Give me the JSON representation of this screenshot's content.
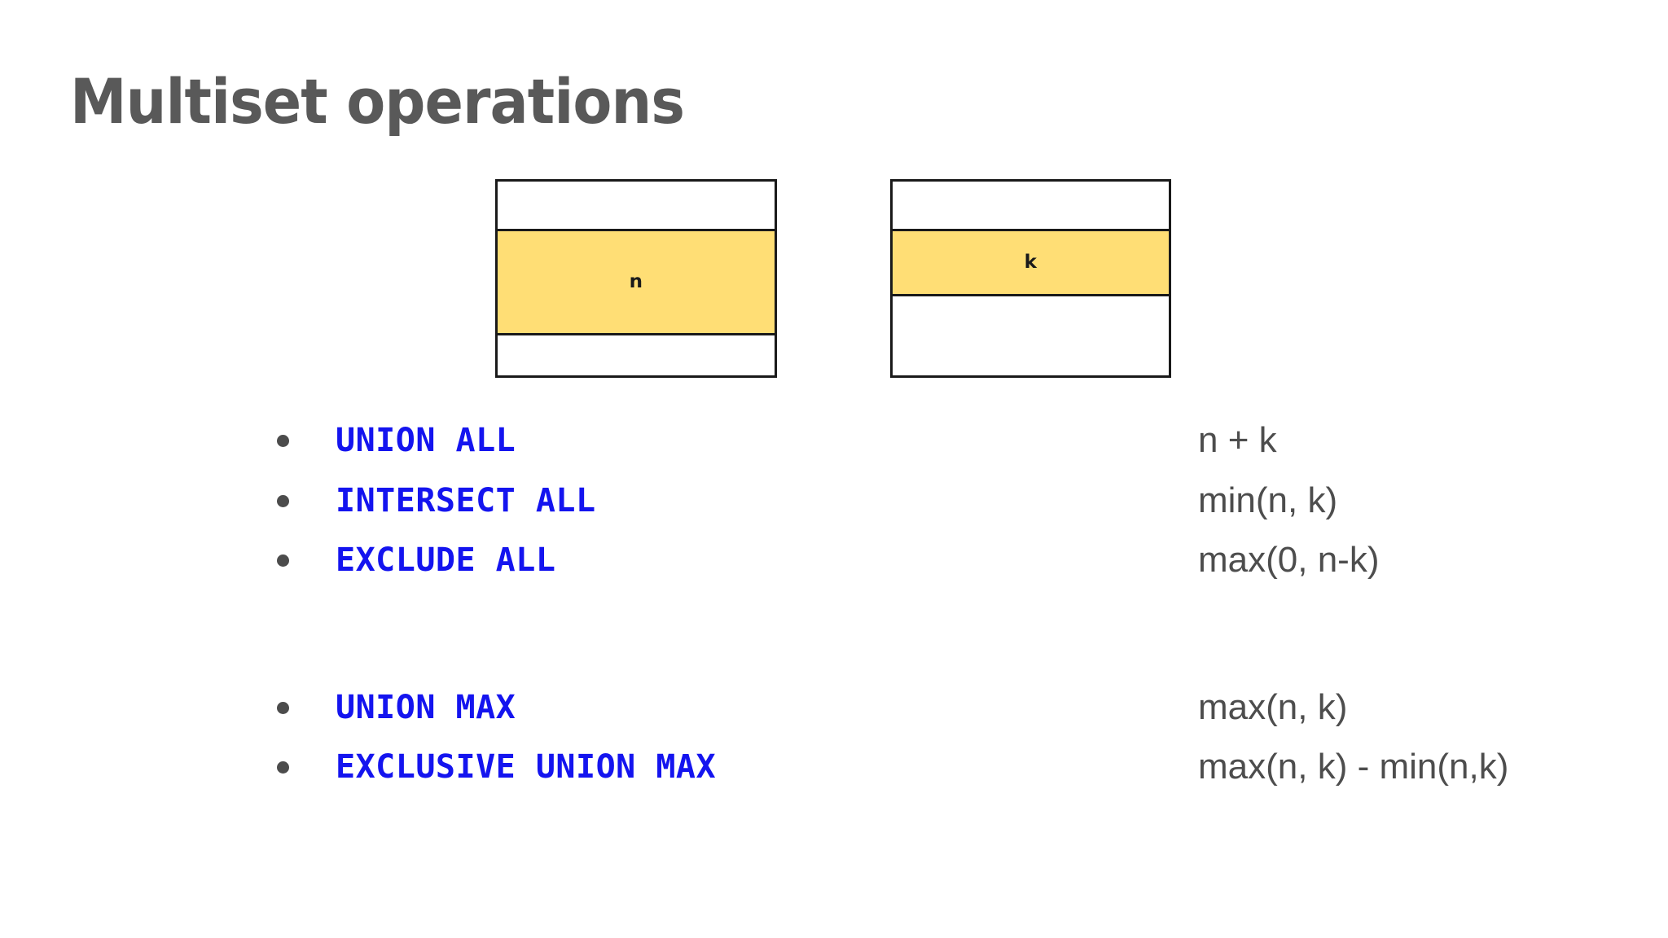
{
  "slide": {
    "title": "Multiset operations",
    "background_color": "#ffffff",
    "title_color": "#595959"
  },
  "diagram": {
    "highlight_color": "#ffde75",
    "border_color": "#1a1a1a",
    "boxes": [
      {
        "id": "box-n",
        "label": "n"
      },
      {
        "id": "box-k",
        "label": "k"
      }
    ]
  },
  "operations": {
    "accent_color": "#1414ef",
    "formula_color": "#4d4d4d",
    "bullet_color": "#4c4c4c",
    "groups": [
      {
        "rows": [
          {
            "name": "UNION ALL",
            "formula": "n + k"
          },
          {
            "name": "INTERSECT ALL",
            "formula": "min(n, k)"
          },
          {
            "name": "EXCLUDE ALL",
            "formula": "max(0, n-k)"
          }
        ]
      },
      {
        "rows": [
          {
            "name": "UNION MAX",
            "formula": "max(n, k)"
          },
          {
            "name": "EXCLUSIVE UNION MAX",
            "formula": "max(n, k) - min(n,k)"
          }
        ]
      }
    ]
  }
}
